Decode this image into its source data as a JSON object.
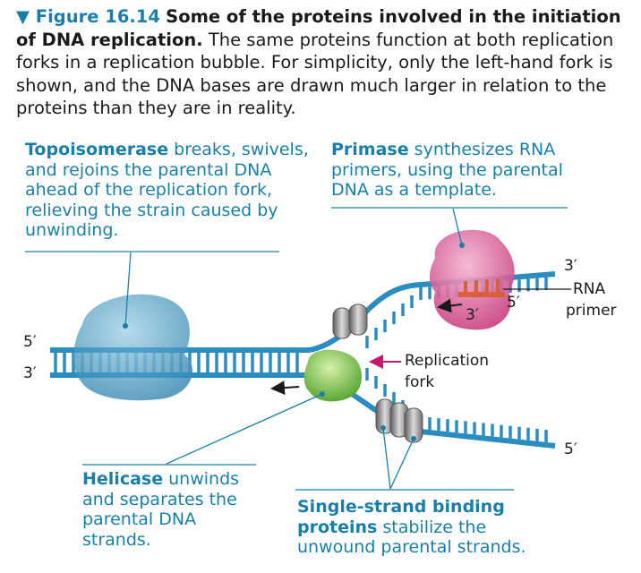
{
  "caption": {
    "figure_label": "▼ Figure 16.14",
    "title": "Some of the proteins involved in the initiation of DNA replication.",
    "body": "The same proteins function at both replication forks in a replication bubble. For simplicity, only the left-hand fork is shown, and the DNA bases are drawn much larger in relation to the proteins than they are in reality."
  },
  "callouts": {
    "topoisomerase": {
      "term": "Topoisomerase",
      "text": "breaks, swivels, and rejoins the parental DNA ahead of the replication fork, relieving the strain caused by unwinding."
    },
    "primase": {
      "term": "Primase",
      "text": "synthesizes RNA primers, using the parental DNA as a template."
    },
    "helicase": {
      "term": "Helicase",
      "text": "unwinds and separates the parental DNA strands."
    },
    "ssb": {
      "term": "Single-strand binding proteins",
      "text": "stabilize the unwound parental strands."
    }
  },
  "labels": {
    "left_5": "5′",
    "left_3": "3′",
    "top_right_3": "3′",
    "primer_5": "5′",
    "primer_3": "3′",
    "rna_primer_line1": "RNA",
    "rna_primer_line2": "primer",
    "replication_fork_line1": "Replication",
    "replication_fork_line2": "fork",
    "bottom_right_5": "5′"
  },
  "colors": {
    "accent": "#1a7fa8",
    "dna": "#2a8cbf",
    "topoisomerase": "#4a9cc0",
    "primase": "#d9558f",
    "primer": "#d9603a",
    "helicase": "#6fbf3a",
    "ssb": "#8c8c8c",
    "fork_arrow": "#c4186d"
  }
}
